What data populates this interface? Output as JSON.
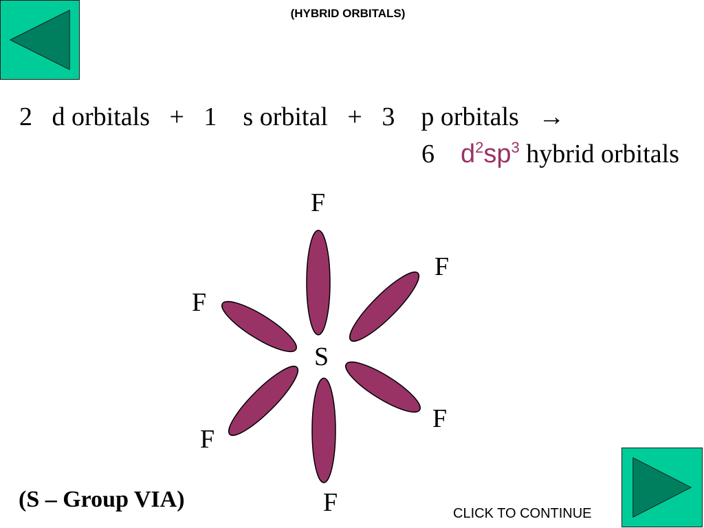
{
  "title": "(HYBRID ORBITALS)",
  "equation": {
    "line1": "2   d orbitals   +   1    s orbital   +   3    p orbitals   →",
    "line2_count": "6    ",
    "hybrid_d": "d",
    "hybrid_d_exp": "2",
    "hybrid_sp": "sp",
    "hybrid_sp_exp": "3",
    "line2_rest": " hybrid orbitals"
  },
  "diagram": {
    "center_atom": "S",
    "ligands": [
      "F",
      "F",
      "F",
      "F",
      "F",
      "F"
    ]
  },
  "group_label": "(S – Group VIA)",
  "continue_label": "CLICK TO CONTINUE",
  "colors": {
    "nav_button_bg": "#00cc99",
    "nav_arrow": "#007f5f",
    "orbital_fill": "#993366",
    "hybrid_text": "#993366"
  },
  "icons": {
    "back": "left-triangle-arrow-icon",
    "next": "right-triangle-arrow-icon"
  }
}
